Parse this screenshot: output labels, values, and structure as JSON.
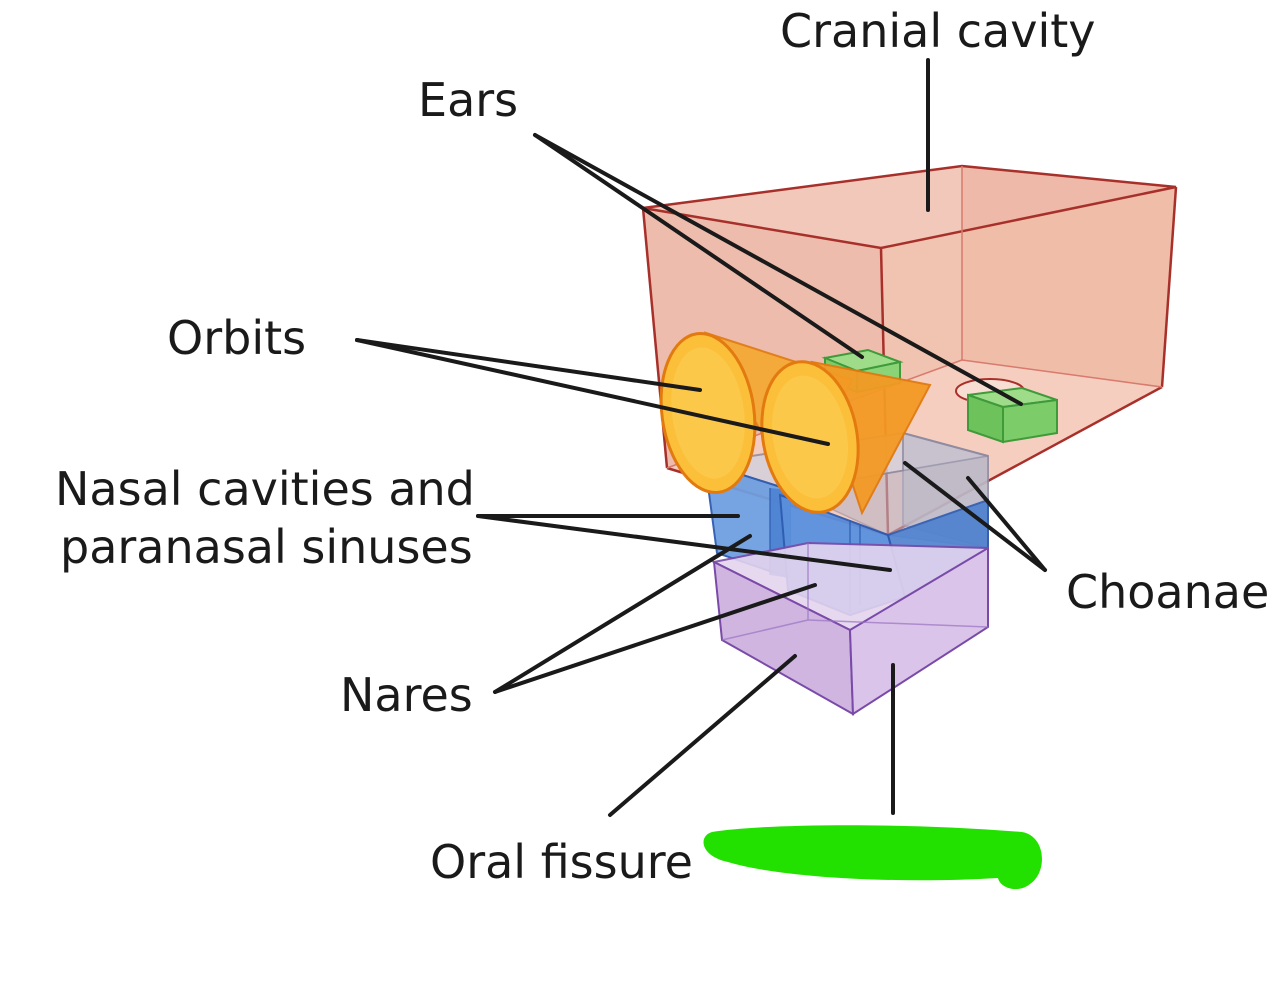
{
  "labels": {
    "cranial_cavity": "Cranial cavity",
    "ears": "Ears",
    "orbits": "Orbits",
    "nasal_line1": "Nasal cavities and",
    "nasal_line2": "paranasal sinuses",
    "choanae": "Choanae",
    "nares": "Nares",
    "oral_fissure": "Oral fissure"
  },
  "colors": {
    "cranial": "#efb8a6",
    "cranial_edge": "#a8302a",
    "orbit": "#f7b02f",
    "ear": "#6dc86a",
    "nasal": "#6d98dc",
    "choanae": "#c9c4d0",
    "oral": "#d6bfe3",
    "redaction": "#22e000"
  },
  "icons": {
    "redaction_mark": "green-scribble-icon"
  }
}
